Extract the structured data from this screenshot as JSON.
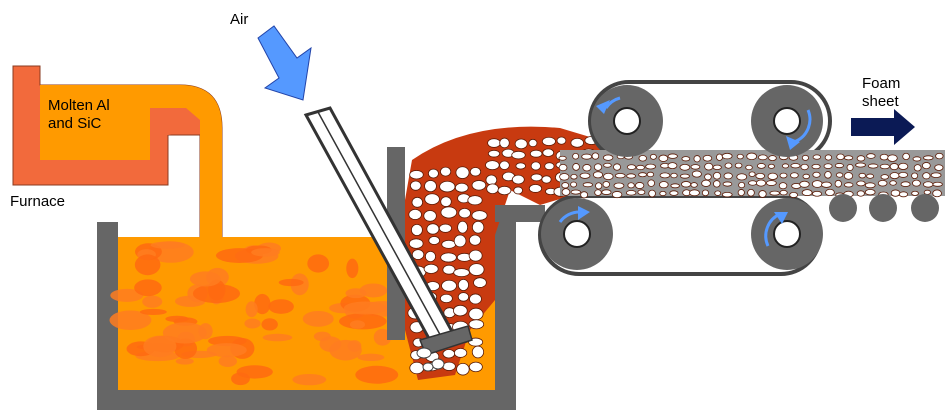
{
  "labels": {
    "air": "Air",
    "furnace_content_line1": "Molten Al",
    "furnace_content_line2": "and SiC",
    "furnace": "Furnace",
    "product_line1": "Foam",
    "product_line2": "sheet"
  },
  "colors": {
    "furnace": "#f26a3c",
    "molten_metal": "#ff9a00",
    "melt_dark": "#ff6a10",
    "foam_red": "#c83a10",
    "steel": "#666666",
    "belt": "#aaaaaa",
    "air_arrow": "#5599ff",
    "output_arrow": "#0b1a55",
    "rotation_arrow": "#5599ff"
  },
  "icons": {
    "air_arrow": "arrow-down-right-icon",
    "output_arrow": "arrow-right-icon",
    "roller_rotation": "curved-arrow-icon"
  }
}
